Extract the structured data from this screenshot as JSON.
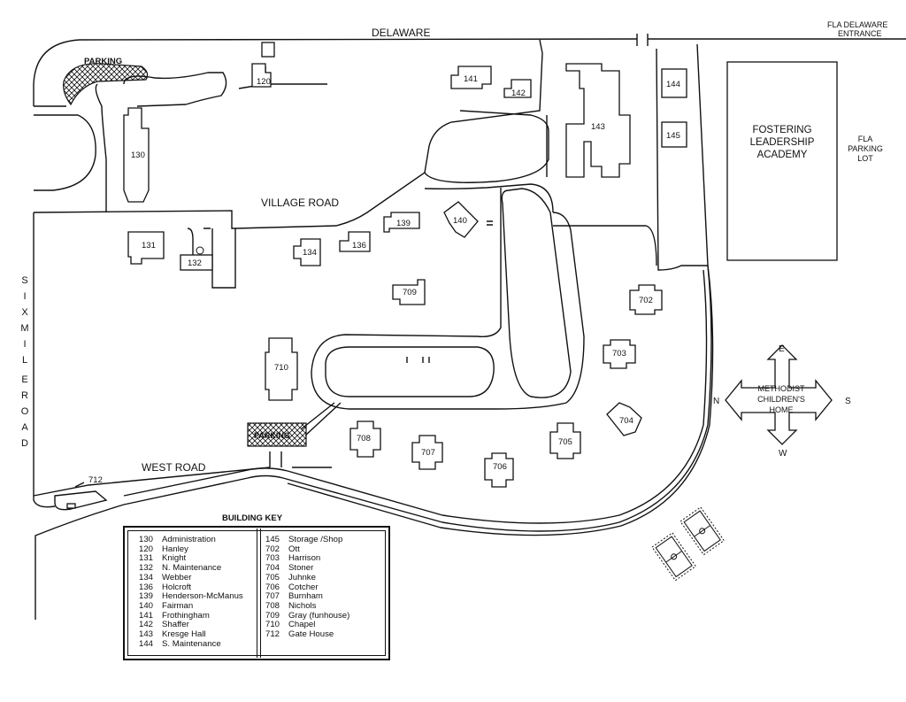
{
  "roads": {
    "delaware": "DELAWARE",
    "village": "VILLAGE ROAD",
    "west": "WEST ROAD",
    "six_mile": [
      "S",
      "I",
      "X",
      "M",
      "I",
      "L",
      "E",
      "R",
      "O",
      "A",
      "D"
    ]
  },
  "areas": {
    "fla_entrance_line1": "FLA DELAWARE",
    "fla_entrance_line2": "ENTRANCE",
    "fla_lot_line1": "FLA",
    "fla_lot_line2": "PARKING",
    "fla_lot_line3": "LOT",
    "academy_line1": "FOSTERING",
    "academy_line2": "LEADERSHIP",
    "academy_line3": "ACADEMY",
    "parking_top": "PARKING",
    "parking_bottom": "PARKING"
  },
  "compass": {
    "line1": "METHODIST",
    "line2": "CHILDREN'S",
    "line3": "HOME",
    "n": "N",
    "s": "S",
    "e": "E",
    "w": "W"
  },
  "buildings": {
    "b120": "120",
    "b130": "130",
    "b131": "131",
    "b132": "132",
    "b134": "134",
    "b136": "136",
    "b139": "139",
    "b140": "140",
    "b141": "141",
    "b142": "142",
    "b143": "143",
    "b144": "144",
    "b145": "145",
    "b702": "702",
    "b703": "703",
    "b704": "704",
    "b705": "705",
    "b706": "706",
    "b707": "707",
    "b708": "708",
    "b709": "709",
    "b710": "710",
    "b712": "712"
  },
  "key": {
    "title": "BUILDING KEY",
    "left": [
      {
        "num": "130",
        "name": "Administration"
      },
      {
        "num": "120",
        "name": "Hanley"
      },
      {
        "num": "131",
        "name": "Knight"
      },
      {
        "num": "132",
        "name": "N. Maintenance"
      },
      {
        "num": "134",
        "name": "Webber"
      },
      {
        "num": "136",
        "name": "Holcroft"
      },
      {
        "num": "139",
        "name": "Henderson-McManus"
      },
      {
        "num": "140",
        "name": "Fairman"
      },
      {
        "num": "141",
        "name": "Frothingham"
      },
      {
        "num": "142",
        "name": "Shaffer"
      },
      {
        "num": "143",
        "name": "Kresge Hall"
      },
      {
        "num": "144",
        "name": "S. Maintenance"
      }
    ],
    "right": [
      {
        "num": "145",
        "name": "Storage /Shop"
      },
      {
        "num": "702",
        "name": "Ott"
      },
      {
        "num": "703",
        "name": "Harrison"
      },
      {
        "num": "704",
        "name": "Stoner"
      },
      {
        "num": "705",
        "name": "Juhnke"
      },
      {
        "num": "706",
        "name": "Cotcher"
      },
      {
        "num": "707",
        "name": "Burnham"
      },
      {
        "num": "708",
        "name": "Nichols"
      },
      {
        "num": "709",
        "name": "Gray (funhouse)"
      },
      {
        "num": "710",
        "name": "Chapel"
      },
      {
        "num": "712",
        "name": "Gate House"
      }
    ]
  }
}
